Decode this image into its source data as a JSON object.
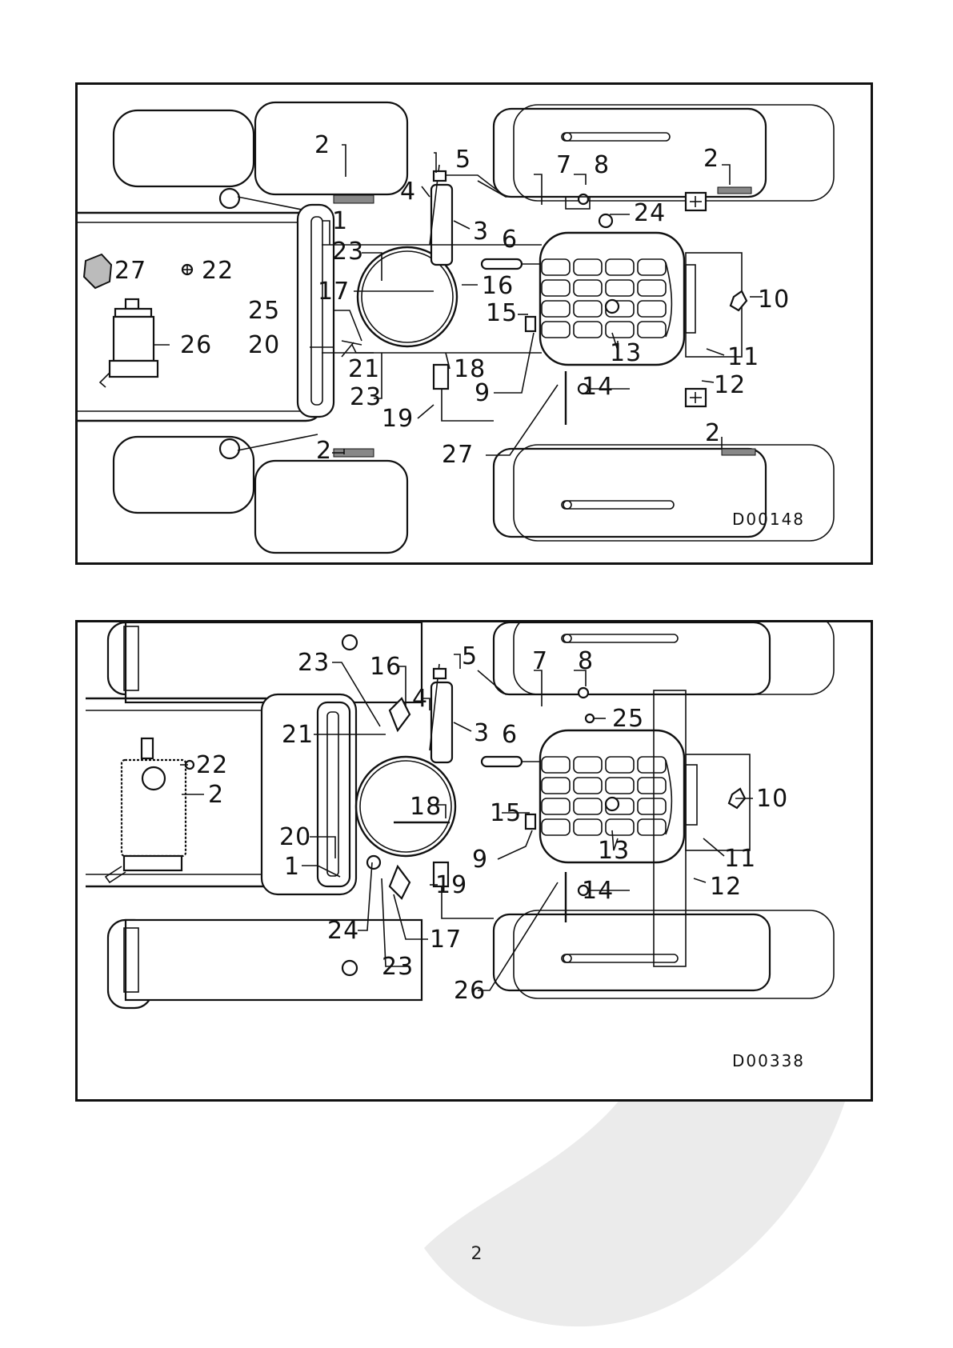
{
  "figures": [
    {
      "code": "D00148",
      "callouts": [
        "2",
        "2",
        "2",
        "2",
        "5",
        "4",
        "3",
        "1",
        "23",
        "23",
        "17",
        "16",
        "25",
        "20",
        "21",
        "15",
        "18",
        "9",
        "19",
        "27",
        "27",
        "22",
        "26",
        "6",
        "7",
        "8",
        "24",
        "10",
        "11",
        "12",
        "13",
        "14"
      ]
    },
    {
      "code": "D00338",
      "callouts": [
        "23",
        "16",
        "5",
        "4",
        "3",
        "21",
        "22",
        "2",
        "18",
        "15",
        "20",
        "1",
        "9",
        "19",
        "24",
        "17",
        "23",
        "26",
        "6",
        "7",
        "8",
        "25",
        "10",
        "11",
        "12",
        "13",
        "14"
      ]
    }
  ],
  "page_number": "2",
  "colors": {
    "ink": "#111111",
    "hatch": "#777777",
    "watermark": "#ebebeb"
  }
}
